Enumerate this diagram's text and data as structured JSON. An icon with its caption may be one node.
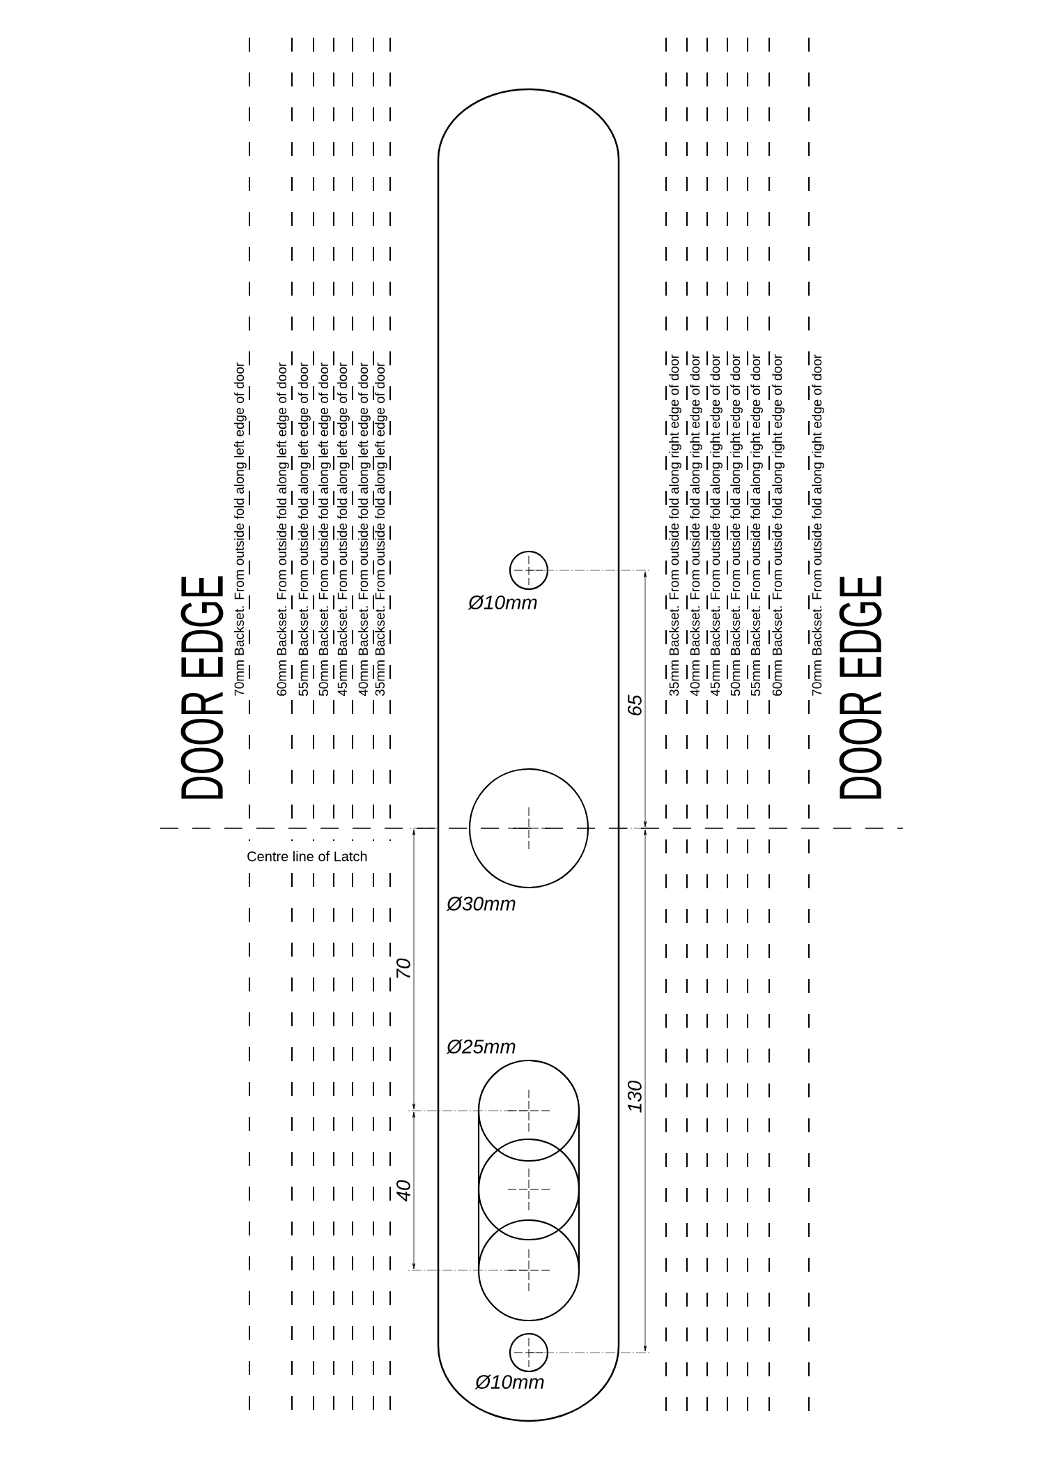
{
  "diagram": {
    "labels": [
      "DOOR EDGE",
      "70mm Backset. From outside fold along left edge of door",
      "60mm Backset. From outside fold along left edge of door",
      "55mm Backset. From outside fold along left edge of door",
      "50mm Backset. From outside fold along left edge of door",
      "45mm Backset. From outside fold along left edge of door",
      "40mm Backset. From outside fold along left edge of door",
      "35mm Backset. From outside fold along left edge of door",
      "Ø10mm",
      "65",
      "35mm Backset. From outside fold along right edge of door",
      "40mm Backset. From outside fold along right edge of door",
      "45mm Backset. From outside fold along right edge of door",
      "50mm Backset. From outside fold along right edge of door",
      "55mm Backset. From outside fold along right edge of door",
      "60mm Backset. From outside fold along right edge of door",
      "70mm Backset. From outside fold along right edge of door",
      "DOOR EDGE",
      "Centre line of Latch",
      "Ø30mm",
      "70",
      "Ø25mm",
      "130",
      "40",
      "Ø10mm"
    ]
  }
}
